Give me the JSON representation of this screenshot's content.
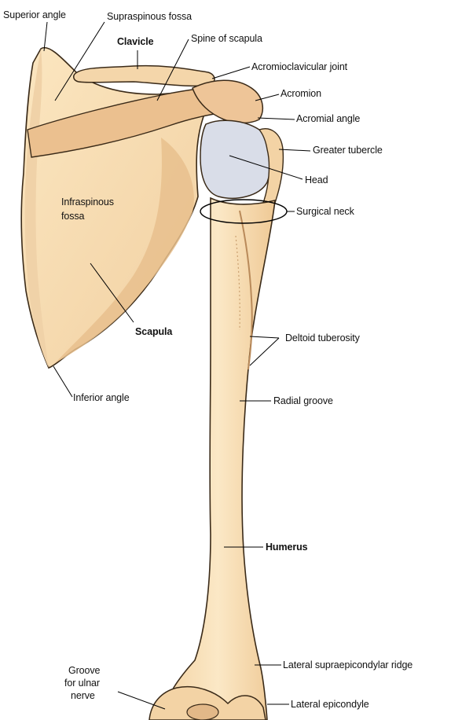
{
  "colors": {
    "bone_fill": "#f7deb4",
    "bone_shade": "#e6b98a",
    "bone_outline": "#3a2a18",
    "cartilage": "#d9dde8",
    "leader": "#000000"
  },
  "labels": {
    "superior_angle": "Superior angle",
    "supraspinous_fossa": "Supraspinous fossa",
    "clavicle": "Clavicle",
    "spine_of_scapula": "Spine of scapula",
    "acromioclavicular_joint": "Acromioclavicular joint",
    "acromion": "Acromion",
    "acromial_angle": "Acromial angle",
    "greater_tubercle": "Greater tubercle",
    "head": "Head",
    "surgical_neck": "Surgical neck",
    "infraspinous_fossa_1": "Infraspinous",
    "infraspinous_fossa_2": "fossa",
    "scapula": "Scapula",
    "deltoid_tuberosity": "Deltoid tuberosity",
    "inferior_angle": "Inferior angle",
    "radial_groove": "Radial groove",
    "humerus": "Humerus",
    "lateral_supraepicondylar_ridge": "Lateral supraepicondylar ridge",
    "groove_ulnar_1": "Groove",
    "groove_ulnar_2": "for ulnar",
    "groove_ulnar_3": "nerve",
    "lateral_epicondyle": "Lateral epicondyle"
  }
}
